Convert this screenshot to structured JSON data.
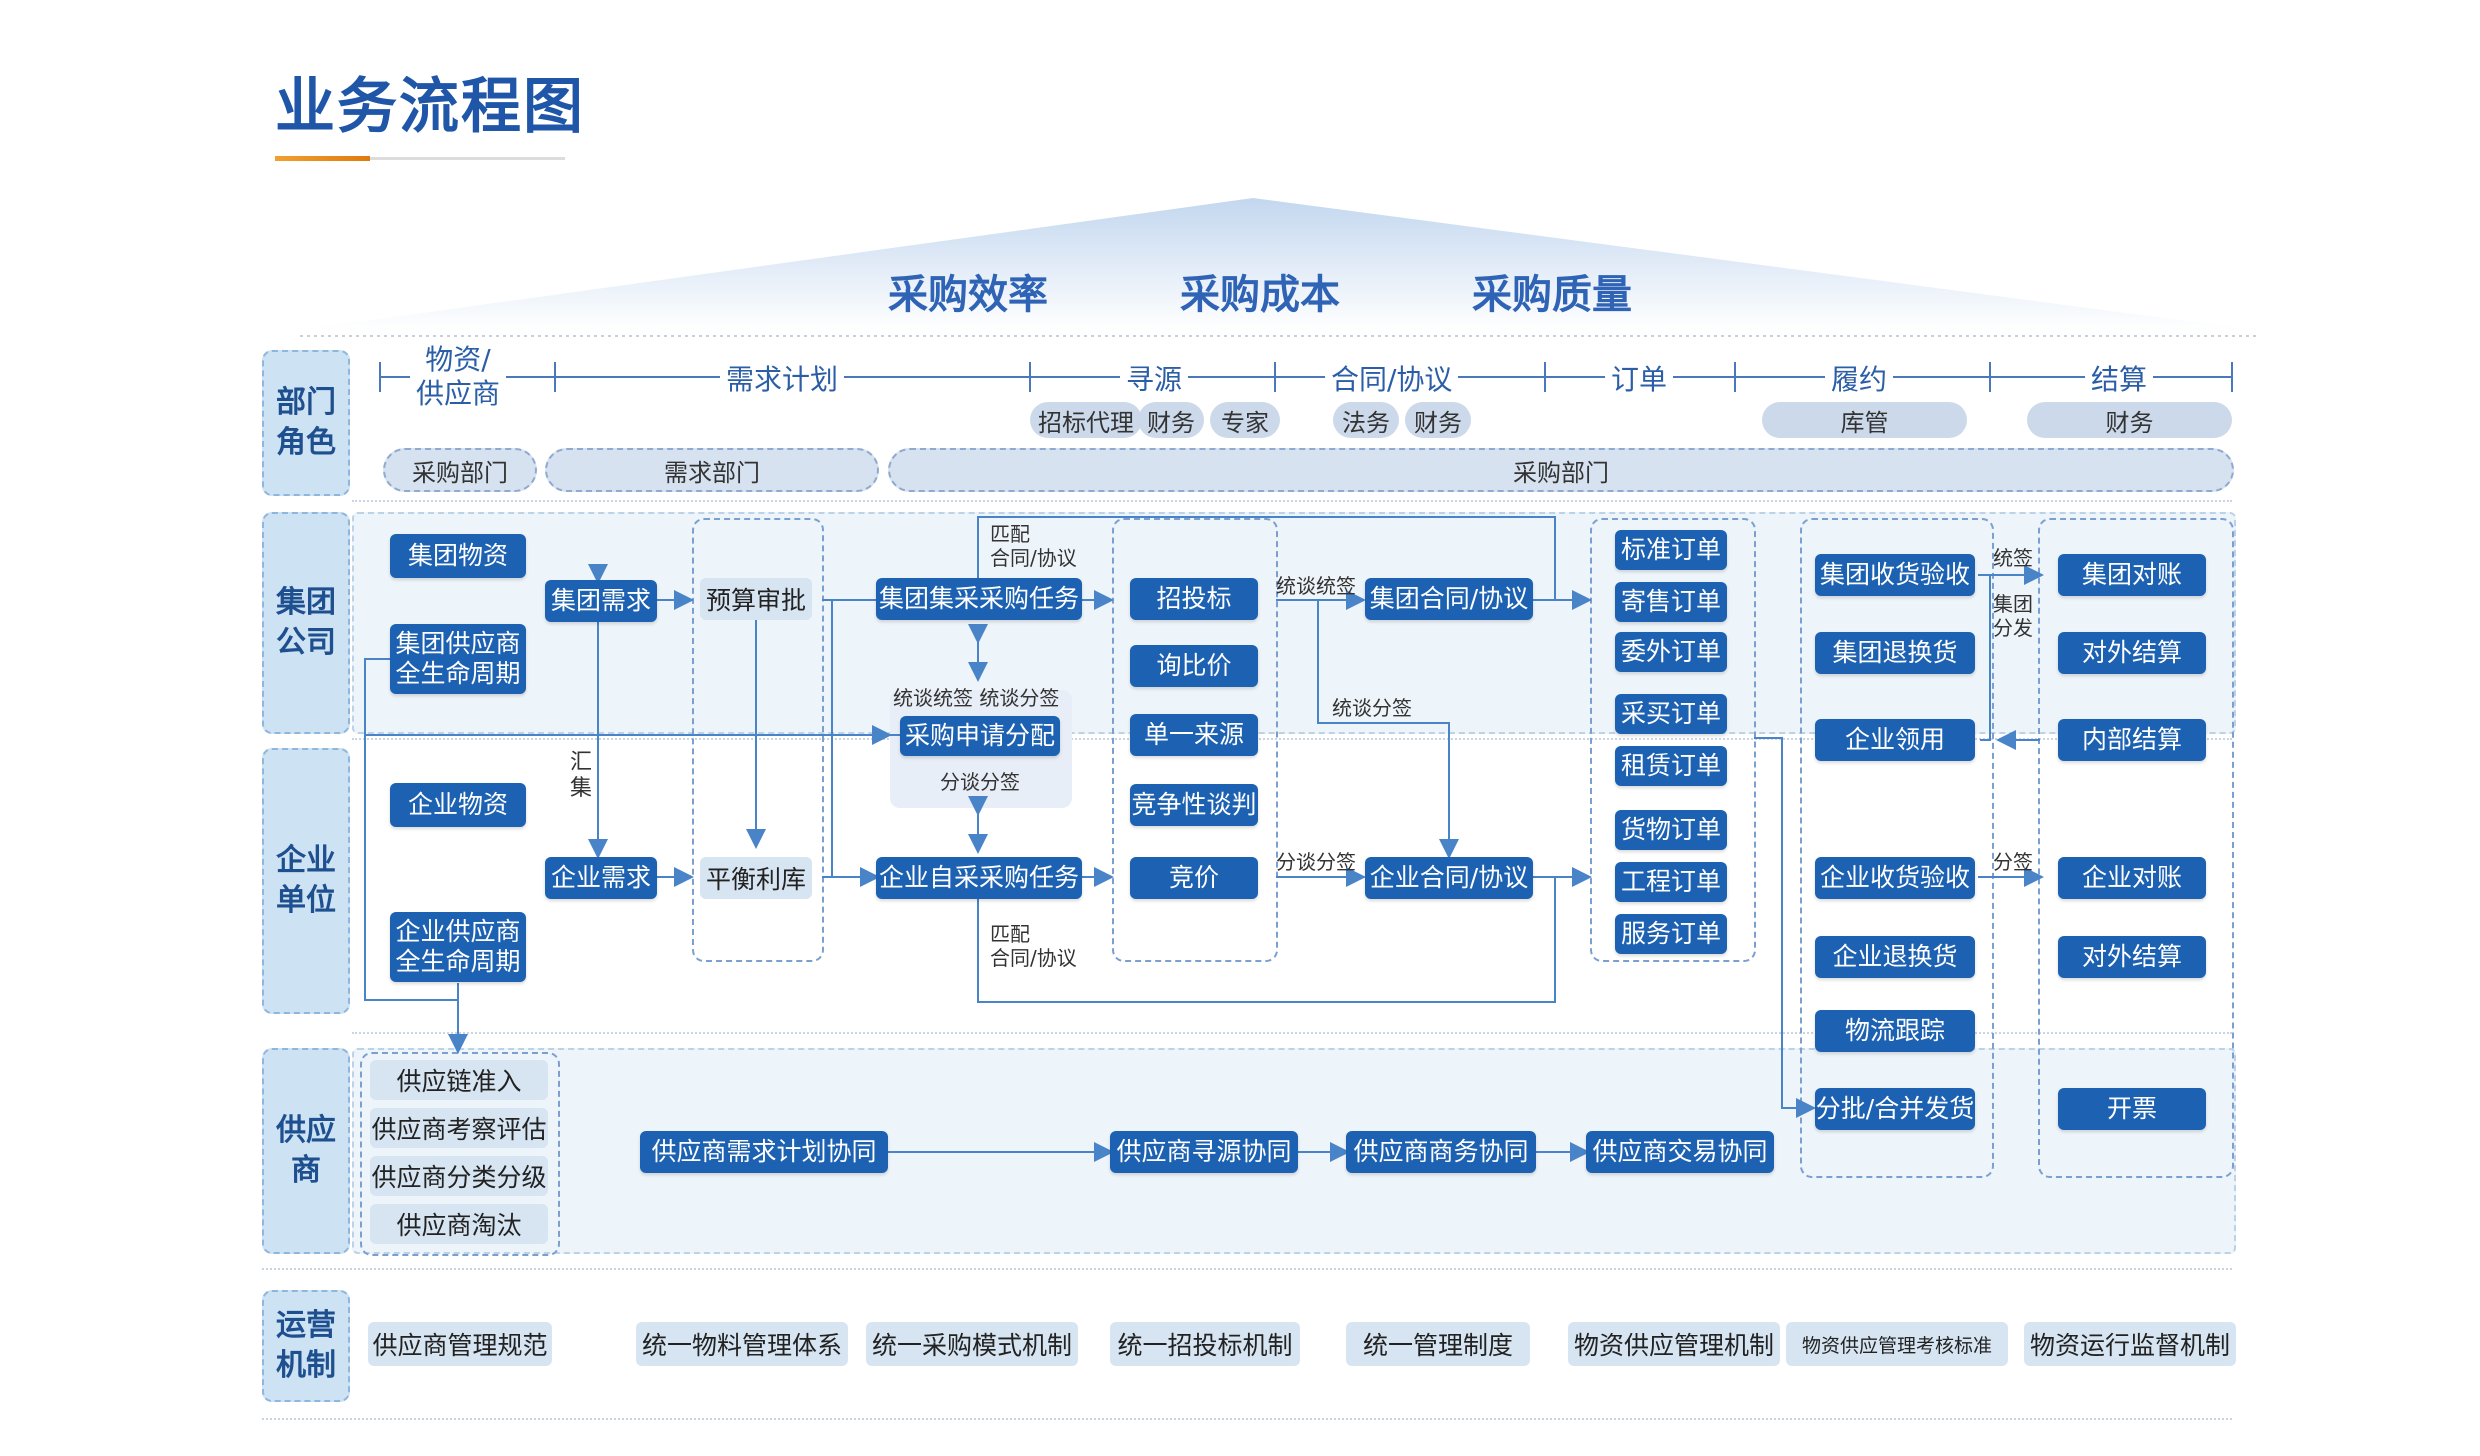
{
  "title": "业务流程图",
  "metrics": [
    "采购效率",
    "采购成本",
    "采购质量"
  ],
  "row_labels": {
    "dept": "部门\n角色",
    "group": "集团\n公司",
    "enterprise": "企业\n单位",
    "supplier": "供应\n商",
    "ops": "运营\n机制"
  },
  "stages": [
    "物资/\n供应商",
    "需求计划",
    "寻源",
    "合同/协议",
    "订单",
    "履约",
    "结算"
  ],
  "roles": [
    "招标代理",
    "财务",
    "专家",
    "法务",
    "财务",
    "库管",
    "财务"
  ],
  "departments": [
    "采购部门",
    "需求部门",
    "采购部门"
  ],
  "nodes": {
    "group_material": "集团物资",
    "group_supplier_lifecycle": "集团供应商\n全生命周期",
    "ent_material": "企业物资",
    "ent_supplier_lifecycle": "企业供应商\n全生命周期",
    "group_demand": "集团需求",
    "ent_demand": "企业需求",
    "collect": "汇\n集",
    "budget_approval": "预算审批",
    "balance_stock": "平衡利库",
    "group_central_task": "集团集采采购任务",
    "request_allocate": "采购申请分配",
    "ent_self_task": "企业自采采购任务",
    "sign_mode_1": "统谈统签 统谈分签",
    "sign_mode_2": "分谈分签",
    "match_1": "匹配\n合同/协议",
    "match_2": "匹配\n合同/协议",
    "bidding": "招投标",
    "inquiry": "询比价",
    "single_source": "单一来源",
    "negotiation": "竞争性谈判",
    "auction": "竞价",
    "tt_sign": "统谈统签",
    "tf_sign": "统谈分签",
    "ff_sign": "分谈分签",
    "group_contract": "集团合同/协议",
    "ent_contract": "企业合同/协议",
    "orders": [
      "标准订单",
      "寄售订单",
      "委外订单",
      "采买订单",
      "租赁订单",
      "货物订单",
      "工程订单",
      "服务订单"
    ],
    "group_receive": "集团收货验收",
    "group_return": "集团退换货",
    "ent_use": "企业领用",
    "ent_receive": "企业收货验收",
    "ent_return": "企业退换货",
    "logistics": "物流跟踪",
    "batch_ship": "分批/合并发货",
    "tong_qian": "统签",
    "group_dist": "集团\n分发",
    "fen_qian": "分签",
    "group_reconcile": "集团对账",
    "ext_settle_1": "对外结算",
    "internal_settle": "内部结算",
    "ent_reconcile": "企业对账",
    "ext_settle_2": "对外结算",
    "invoice": "开票"
  },
  "supplier_mgmt": [
    "供应链准入",
    "供应商考察评估",
    "供应商分类分级",
    "供应商淘汰"
  ],
  "supplier_collab": [
    "供应商需求计划协同",
    "供应商寻源协同",
    "供应商商务协同",
    "供应商交易协同"
  ],
  "ops_items": [
    "供应商管理规范",
    "统一物料管理体系",
    "统一采购模式机制",
    "统一招投标机制",
    "统一管理制度",
    "物资供应管理机制",
    "物资供应管理考核标准",
    "物资运行监督机制"
  ],
  "colors": {
    "primary": "#1d62b2",
    "title": "#1f56a8",
    "accent": "#f0a030",
    "light": "#cde2f3"
  }
}
